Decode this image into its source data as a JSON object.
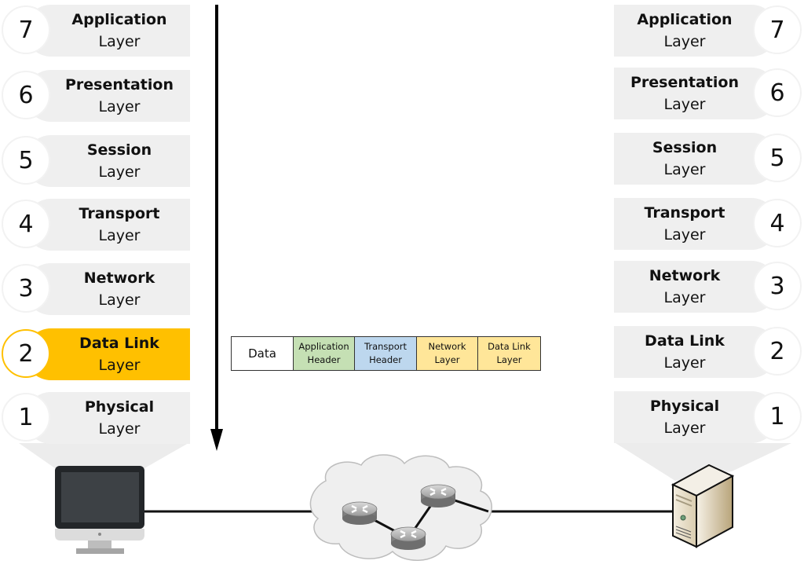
{
  "diagram": {
    "title": "OSI Model - Data Link Layer Encapsulation",
    "highlight_color": "#FFC000",
    "highlighted_layer": 2,
    "left_stack": {
      "device": "computer-icon",
      "layers": [
        {
          "number": "7",
          "name": "Application",
          "sub": "Layer",
          "highlighted": false
        },
        {
          "number": "6",
          "name": "Presentation",
          "sub": "Layer",
          "highlighted": false
        },
        {
          "number": "5",
          "name": "Session",
          "sub": "Layer",
          "highlighted": false
        },
        {
          "number": "4",
          "name": "Transport",
          "sub": "Layer",
          "highlighted": false
        },
        {
          "number": "3",
          "name": "Network",
          "sub": "Layer",
          "highlighted": false
        },
        {
          "number": "2",
          "name": "Data Link",
          "sub": "Layer",
          "highlighted": true
        },
        {
          "number": "1",
          "name": "Physical",
          "sub": "Layer",
          "highlighted": false
        }
      ]
    },
    "right_stack": {
      "device": "server-icon",
      "layers": [
        {
          "number": "7",
          "name": "Application",
          "sub": "Layer"
        },
        {
          "number": "6",
          "name": "Presentation",
          "sub": "Layer"
        },
        {
          "number": "5",
          "name": "Session",
          "sub": "Layer"
        },
        {
          "number": "4",
          "name": "Transport",
          "sub": "Layer"
        },
        {
          "number": "3",
          "name": "Network",
          "sub": "Layer"
        },
        {
          "number": "2",
          "name": "Data Link",
          "sub": "Layer"
        },
        {
          "number": "1",
          "name": "Physical",
          "sub": "Layer"
        }
      ]
    },
    "flow_arrow": {
      "direction": "down"
    },
    "pdu": {
      "segments": [
        {
          "line1": "Data",
          "line2": "",
          "color": "#FFFFFF"
        },
        {
          "line1": "Application",
          "line2": "Header",
          "color": "#C5E0B4"
        },
        {
          "line1": "Transport",
          "line2": "Header",
          "color": "#BDD7EE"
        },
        {
          "line1": "Network",
          "line2": "Layer",
          "color": "#FFE699"
        },
        {
          "line1": "Data Link",
          "line2": "Layer",
          "color": "#FFE699"
        }
      ]
    },
    "network": {
      "cloud": "cloud-icon",
      "routers": [
        "router-icon",
        "router-icon",
        "router-icon"
      ]
    }
  }
}
